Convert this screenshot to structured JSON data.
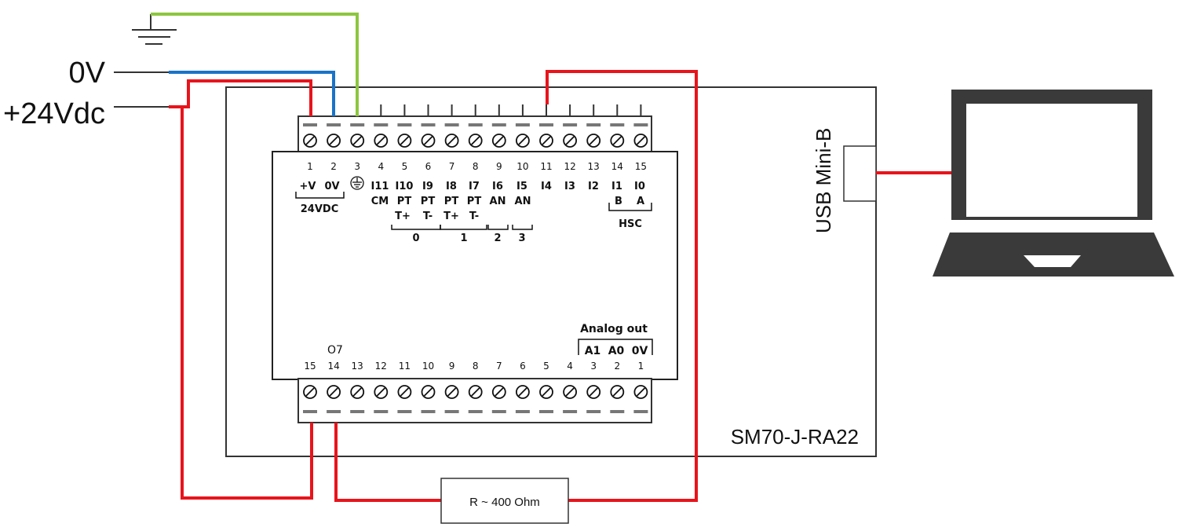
{
  "supply": {
    "zero_v": "0V",
    "plus_24": "+24Vdc"
  },
  "usb_label": "USB Mini-B",
  "device_name": "SM70-J-RA22",
  "resistor_label": "R ~ 400 Ohm",
  "top_pins": [
    "1",
    "2",
    "3",
    "4",
    "5",
    "6",
    "7",
    "8",
    "9",
    "10",
    "11",
    "12",
    "13",
    "14",
    "15"
  ],
  "bottom_pins": [
    "15",
    "14",
    "13",
    "12",
    "11",
    "10",
    "9",
    "8",
    "7",
    "6",
    "5",
    "4",
    "3",
    "2",
    "1"
  ],
  "top_labels_row1": [
    "+V",
    "0V",
    "I11",
    "I10",
    "I9",
    "I8",
    "I7",
    "I6",
    "I5",
    "I4",
    "I3",
    "I2",
    "I1",
    "I0"
  ],
  "top_labels_row2": [
    "CM",
    "PT",
    "PT",
    "PT",
    "PT",
    "AN",
    "AN"
  ],
  "top_labels_row3": [
    "T+",
    "T-",
    "T+",
    "T-"
  ],
  "hsc_ab": [
    "B",
    "A"
  ],
  "group_labels": [
    "24VDC",
    "0",
    "1",
    "2",
    "3",
    "HSC"
  ],
  "analog_out": {
    "title": "Analog out",
    "labels": [
      "A1",
      "A0",
      "0V"
    ]
  },
  "o7_label": "O7",
  "colors": {
    "red": "#e8141c",
    "blue": "#1a73c8",
    "green": "#8dc63f",
    "laptop": "#3a3a3a"
  },
  "icons": [
    "ground-symbol-icon",
    "earth-ground-icon",
    "laptop-icon",
    "screw-terminal-icon"
  ]
}
